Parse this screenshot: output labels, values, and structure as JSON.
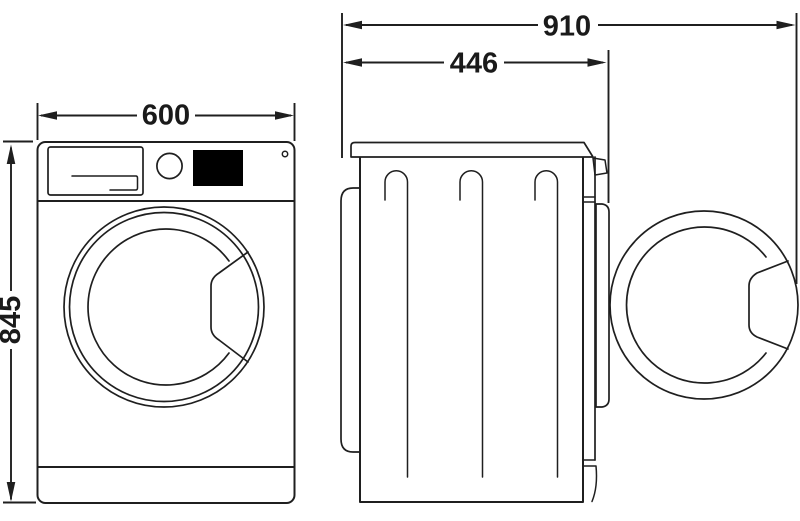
{
  "diagram": {
    "kind": "appliance dimension drawing",
    "dimensions": {
      "width": "600",
      "height": "845",
      "depth_with_door_open": "910",
      "depth_body": "446"
    },
    "colors": {
      "line": "#1f1f1f",
      "background": "#ffffff",
      "display_screen": "#000000"
    }
  }
}
